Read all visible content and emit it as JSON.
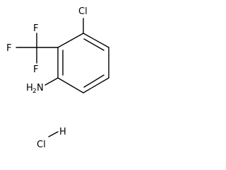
{
  "structure": {
    "labels": {
      "chlorine_ring": "Cl",
      "fluorine_top": "F",
      "fluorine_left": "F",
      "fluorine_bottom": "F",
      "amine_h": "H",
      "amine_sub": "2",
      "amine_n": "N",
      "salt_h": "H",
      "salt_cl": "Cl"
    }
  }
}
